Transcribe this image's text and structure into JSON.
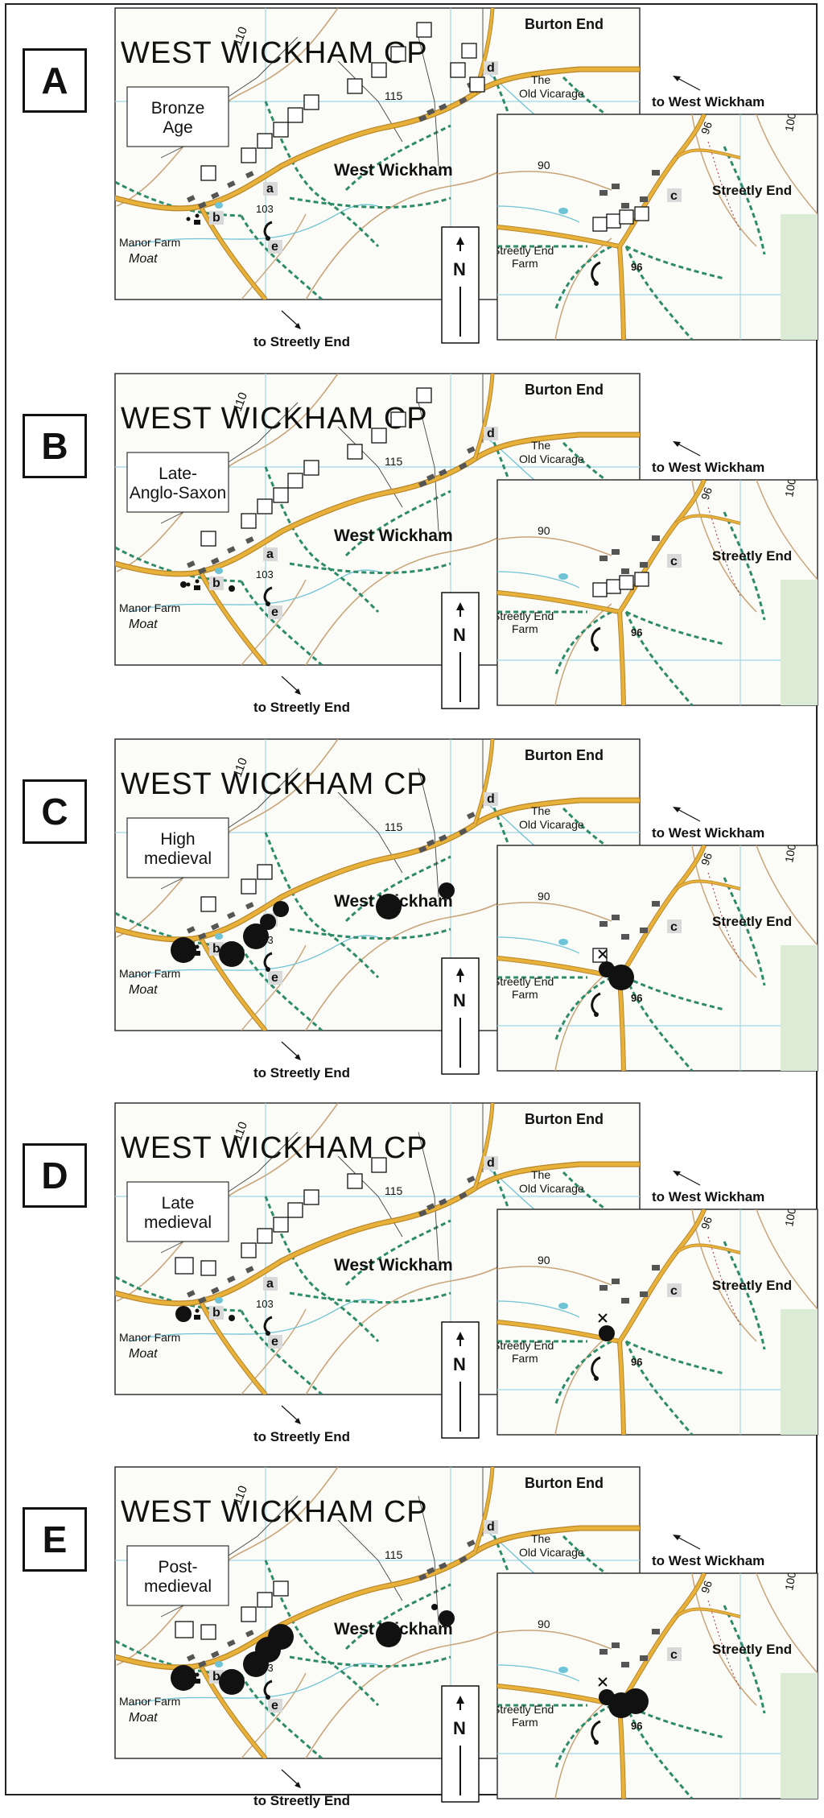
{
  "panels": [
    {
      "letter": "A",
      "period": "Bronze Age",
      "markers": {
        "dots_main": [],
        "dots_inset": [],
        "squares_main": [
          "road-1",
          "road-2",
          "road-3",
          "road-4",
          "road-5",
          "road-6",
          "road-7",
          "road-8",
          "road-9",
          "road-10",
          "road-11",
          "road-12",
          "road-13"
        ],
        "squares_inset": [
          "inset-1",
          "inset-2",
          "inset-3",
          "inset-4"
        ],
        "cross_inset": false,
        "square_b": false
      }
    },
    {
      "letter": "B",
      "period": "Late Anglo-Saxon",
      "markers": {
        "dots_main": [
          {
            "size": "small"
          },
          {
            "size": "small"
          }
        ],
        "dots_inset": [],
        "squares_main": [
          "road-1",
          "road-2",
          "road-3",
          "road-4",
          "road-5",
          "road-6",
          "road-7",
          "road-8",
          "road-9",
          "road-10"
        ],
        "squares_inset": [
          "inset-1",
          "inset-2",
          "inset-3",
          "inset-4"
        ],
        "cross_inset": false,
        "square_b": false
      }
    },
    {
      "letter": "C",
      "period": "High medieval",
      "markers": {
        "dots_main": [
          {
            "size": "large"
          },
          {
            "size": "large"
          },
          {
            "size": "large"
          },
          {
            "size": "medium"
          },
          {
            "size": "medium"
          },
          {
            "size": "large"
          },
          {
            "size": "medium"
          },
          {
            "size": "medium"
          }
        ],
        "dots_inset": [
          {
            "size": "medium"
          },
          {
            "size": "large"
          }
        ],
        "squares_main": [
          "road-1",
          "road-2",
          "road-3"
        ],
        "squares_inset": [
          "inset-1"
        ],
        "cross_inset": true,
        "square_b": false
      }
    },
    {
      "letter": "D",
      "period": "Late medieval",
      "markers": {
        "dots_main": [
          {
            "size": "medium"
          },
          {
            "size": "small"
          }
        ],
        "dots_inset": [
          {
            "size": "medium"
          }
        ],
        "squares_main": [
          "road-1",
          "road-2",
          "road-3",
          "road-4",
          "road-5",
          "road-6",
          "road-7",
          "road-8"
        ],
        "squares_inset": [],
        "cross_inset": true,
        "square_b": true
      }
    },
    {
      "letter": "E",
      "period": "Post-medieval",
      "markers": {
        "dots_main": [
          {
            "size": "large"
          },
          {
            "size": "large"
          },
          {
            "size": "large"
          },
          {
            "size": "large"
          },
          {
            "size": "large"
          },
          {
            "size": "large"
          },
          {
            "size": "medium"
          },
          {
            "size": "large"
          },
          {
            "size": "small"
          },
          {
            "size": "small"
          }
        ],
        "dots_inset": [
          {
            "size": "medium"
          },
          {
            "size": "large"
          },
          {
            "size": "large"
          }
        ],
        "squares_main": [
          "road-1",
          "road-2",
          "road-3",
          "road-4"
        ],
        "squares_inset": [],
        "cross_inset": true,
        "square_b": true
      }
    }
  ],
  "map_labels": {
    "parish": "WEST WICKHAM CP",
    "village": "West Wickham",
    "burton_end": "Burton End",
    "old_vicarage_1": "The",
    "old_vicarage_2": "Old Vicarage",
    "to_west_wickham": "to West Wickham",
    "to_streetly_end": "to Streetly End",
    "manor_farm": "Manor Farm",
    "moat": "Moat",
    "streetly_end": "Streetly End",
    "streetly_end_farm_1": "Streetly End",
    "streetly_end_farm_2": "Farm",
    "north": "N",
    "site_a": "a",
    "site_b": "b",
    "site_c": "c",
    "site_d": "d",
    "site_e": "e"
  },
  "contour_labels": {
    "c110": "110",
    "c115": "115",
    "c103": "103",
    "c90": "90",
    "c96a": "96",
    "c96b": "96",
    "c100": "100"
  },
  "colors": {
    "road": "#e8b23a",
    "road_edge": "#b8862a",
    "contour": "#c9a57a",
    "footpath": "#2e8b6a",
    "stream": "#6fc3d6",
    "grid": "#9fd7e6",
    "building": "#555555",
    "woodland": "#dcebd6",
    "marker": "#111111"
  }
}
